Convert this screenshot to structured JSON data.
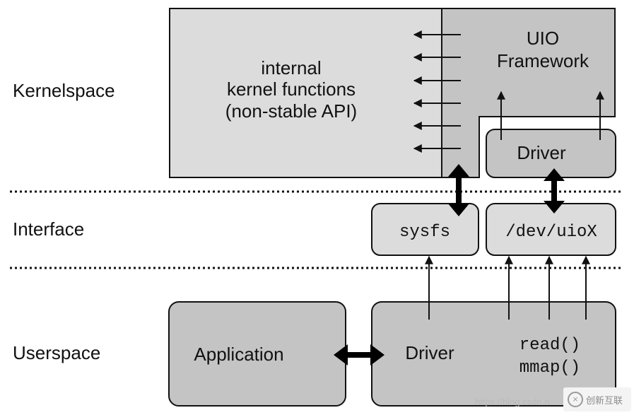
{
  "layers": {
    "kernelspace": "Kernelspace",
    "interface": "Interface",
    "userspace": "Userspace"
  },
  "kernel_functions": {
    "line1": "internal",
    "line2": "kernel functions",
    "line3": "(non-stable API)"
  },
  "uio_framework": {
    "line1": "UIO",
    "line2": "Framework"
  },
  "kernel_driver": "Driver",
  "sysfs": "sysfs",
  "dev_uio": "/dev/uioX",
  "application": "Application",
  "user_driver": {
    "label": "Driver",
    "call1": "read()",
    "call2": "mmap()"
  },
  "watermark": {
    "url": "https://blog.csdn.n",
    "logo_text": "创新互联"
  },
  "colors": {
    "light_box": "#dcdcdc",
    "dark_box": "#c4c4c4",
    "stroke": "#111111"
  }
}
